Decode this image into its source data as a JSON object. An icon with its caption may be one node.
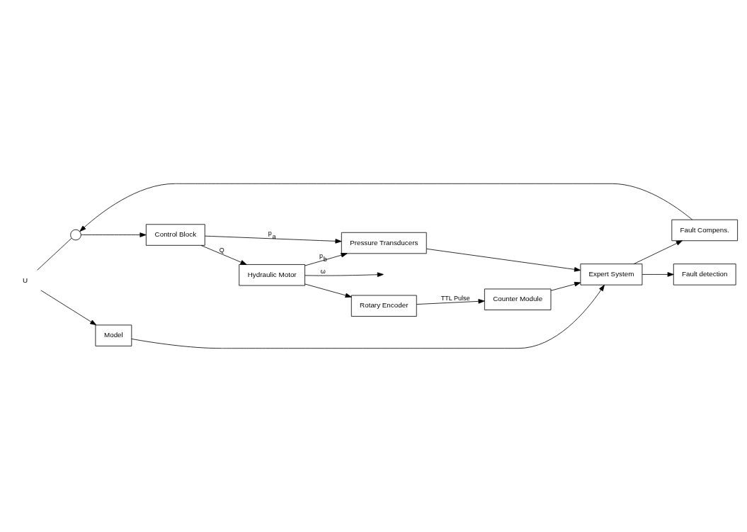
{
  "diagram": {
    "nodes": [
      {
        "text": [
          "U"
        ]
      },
      {
        "text": [],
        "shape": "circle"
      },
      {
        "text": [
          "Control Block"
        ]
      },
      {
        "text": [
          "Hydraulic Motor"
        ]
      },
      {
        "text": [
          "Fault Compens."
        ]
      },
      {
        "text": [
          "Model"
        ]
      },
      {
        "text": [
          "Expert System"
        ]
      },
      {
        "text": [
          "Pressure Transducers"
        ]
      },
      {
        "text": [
          "Counter Module"
        ]
      },
      {
        "text": [
          "Rotary Encoder"
        ]
      },
      {
        "text": [
          "Fault detection"
        ]
      }
    ],
    "edges": [
      {
        "from": 0,
        "to": 1,
        "arrow": "none"
      },
      {
        "from": 0,
        "to": 5,
        "arrow": "to"
      },
      {
        "from": 1,
        "to": 2,
        "arrow": "to"
      },
      {
        "from": 2,
        "to": 3,
        "arrow": "to",
        "label": "Q"
      },
      {
        "from": 3,
        "to": null,
        "arrow": "to",
        "label": "ω"
      },
      {
        "from": 2,
        "to": 7,
        "arrow": "to",
        "label": "p$_{a}$"
      },
      {
        "from": 3,
        "to": 7,
        "arrow": "to",
        "label": "p$_{b}$"
      },
      {
        "from": 3,
        "to": 9,
        "arrow": "to"
      },
      {
        "from": 9,
        "to": 8,
        "arrow": "to",
        "label": "TTL Pulse"
      },
      {
        "from": 8,
        "to": 6,
        "arrow": "to"
      },
      {
        "from": 7,
        "to": 6,
        "arrow": "to"
      },
      {
        "from": 5,
        "to": 6,
        "arrow": "to"
      },
      {
        "from": 6,
        "to": 4,
        "arrow": "to"
      },
      {
        "from": 4,
        "to": 1,
        "arrow": "to"
      },
      {
        "from": 6,
        "to": 10,
        "arrow": "to"
      }
    ]
  }
}
